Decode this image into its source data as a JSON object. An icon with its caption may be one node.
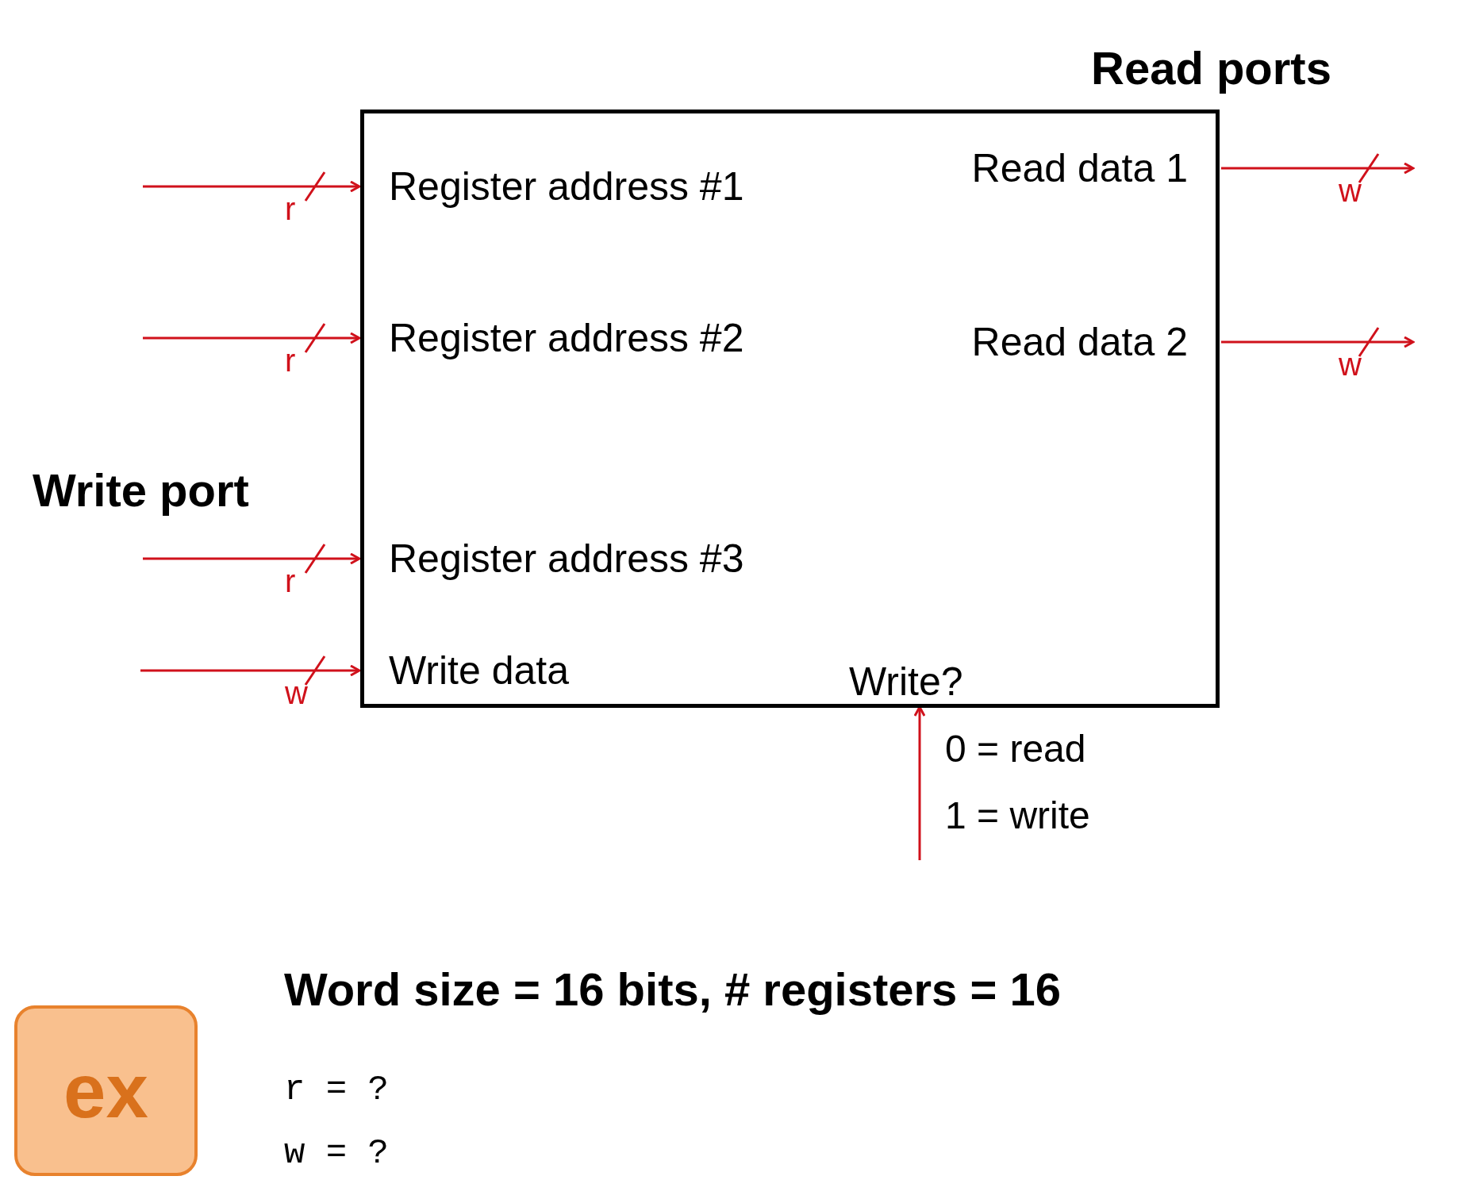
{
  "diagram": {
    "nodes": [
      {
        "text": [],
        "shape": "box"
      },
      {
        "text": [
          "Register address #1"
        ],
        "in": 0
      },
      {
        "text": [
          "Register address #2"
        ],
        "in": 0
      },
      {
        "text": [
          "Register address #3"
        ],
        "in": 0
      },
      {
        "text": [
          "Write data"
        ],
        "in": 0
      },
      {
        "text": [
          "Read data 1"
        ],
        "in": 0
      },
      {
        "text": [
          "Read data 2"
        ],
        "in": 0
      },
      {
        "text": [
          "Write?"
        ],
        "in": 0
      },
      {
        "text": [
          "ex"
        ]
      }
    ],
    "edges": [
      {
        "from": null,
        "to": 1,
        "arrow": "to",
        "label": "r"
      },
      {
        "from": null,
        "to": 2,
        "arrow": "to",
        "label": "r"
      },
      {
        "from": null,
        "to": 3,
        "arrow": "to",
        "label": "r"
      },
      {
        "from": null,
        "to": 4,
        "arrow": "to",
        "label": "w"
      },
      {
        "from": 5,
        "to": null,
        "arrow": "to",
        "label": "w"
      },
      {
        "from": 6,
        "to": null,
        "arrow": "to",
        "label": "w"
      },
      {
        "from": null,
        "to": 7,
        "arrow": "to"
      }
    ],
    "labels": [
      "Read ports",
      "Write port",
      "0 = read",
      "1 = write",
      "Word size = 16 bits, # registers = 16",
      "r = ?",
      "w = ?"
    ]
  }
}
